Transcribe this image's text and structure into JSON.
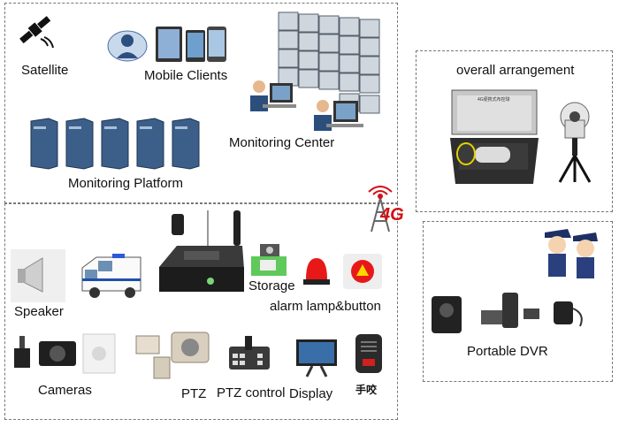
{
  "system": {
    "top_section": {
      "satellite": "Satellite",
      "mobile_clients": "Mobile Clients",
      "monitoring_center": "Monitoring Center",
      "monitoring_platform": "Monitoring Platform"
    },
    "network_badge": "4G",
    "bottom_section": {
      "speaker": "Speaker",
      "storage": "Storage",
      "alarm": "alarm lamp&button",
      "cameras": "Cameras",
      "ptz": "PTZ",
      "ptz_control": "PTZ control",
      "display": "Display",
      "handheld_mic": "手咬"
    },
    "right_panel": {
      "overall_arrangement": "overall arrangement",
      "portable_dvr": "Portable DVR",
      "case_label": "4G便携式布控球"
    },
    "colors": {
      "border": "#777777",
      "badge_red": "#d40f14",
      "server_blue": "#3c5f8a",
      "alarm_red": "#e81818"
    }
  }
}
